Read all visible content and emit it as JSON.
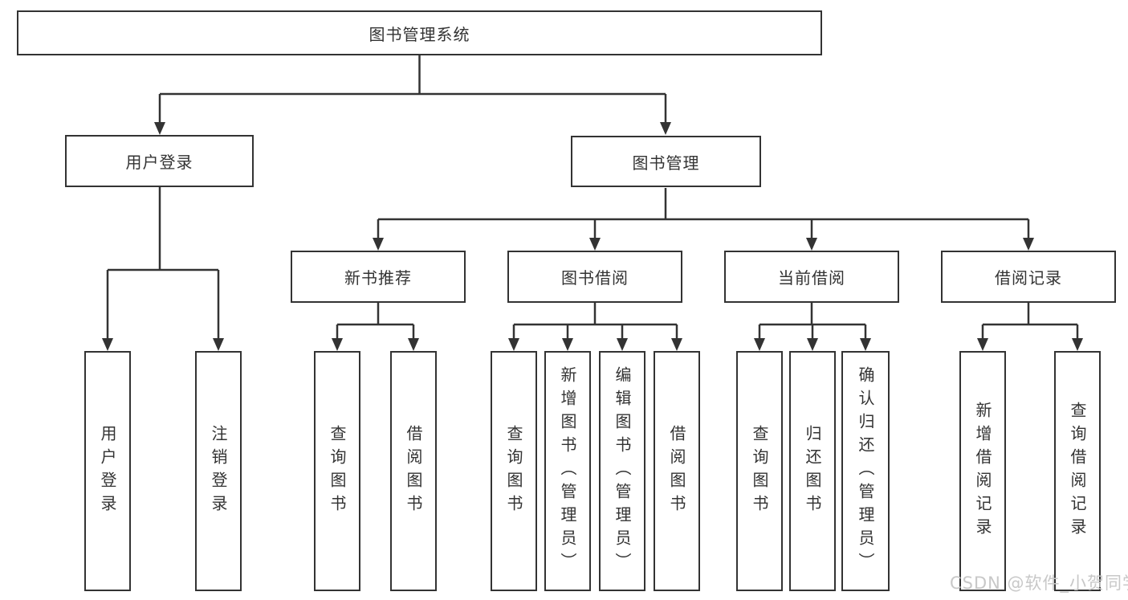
{
  "diagram": {
    "root": "图书管理系统",
    "login": {
      "label": "用户登录",
      "children": [
        "用户登录",
        "注销登录"
      ]
    },
    "mgmt": {
      "label": "图书管理",
      "sections": [
        {
          "label": "新书推荐",
          "children": [
            "查询图书",
            "借阅图书"
          ]
        },
        {
          "label": "图书借阅",
          "children": [
            "查询图书",
            "新增图书（管理员）",
            "编辑图书（管理员）",
            "借阅图书"
          ]
        },
        {
          "label": "当前借阅",
          "children": [
            "查询图书",
            "归还图书",
            "确认归还（管理员）"
          ]
        },
        {
          "label": "借阅记录",
          "children": [
            "新增借阅记录",
            "查询借阅记录"
          ]
        }
      ]
    },
    "watermark": "CSDN @软件_小贺同学",
    "colors": {
      "line": "#333333",
      "text": "#333333",
      "watermark_gray": "#c8c8c8",
      "background": "#ffffff"
    }
  }
}
